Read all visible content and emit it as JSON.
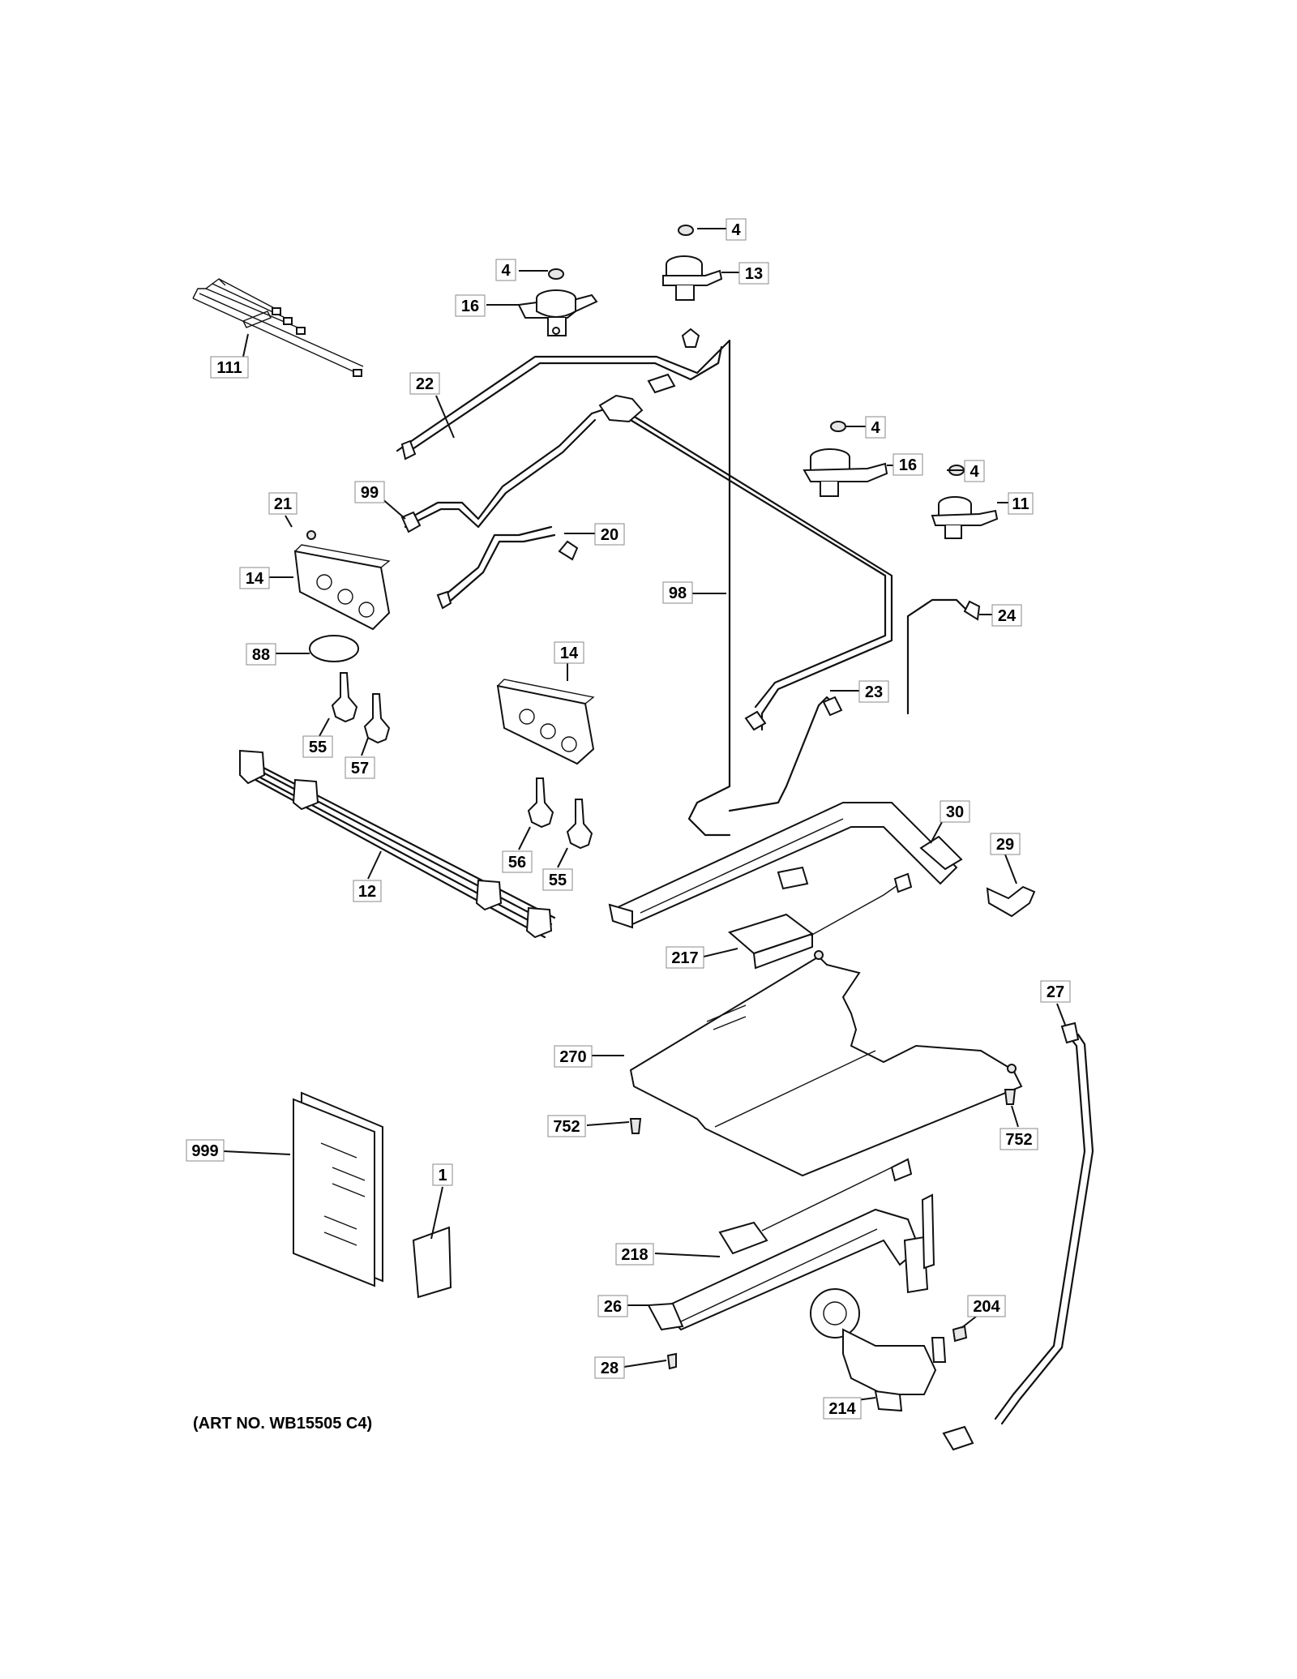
{
  "callouts": [
    {
      "id": "c-4a",
      "label": "4"
    },
    {
      "id": "c-13",
      "label": "13"
    },
    {
      "id": "c-4b",
      "label": "4"
    },
    {
      "id": "c-16a",
      "label": "16"
    },
    {
      "id": "c-111",
      "label": "111"
    },
    {
      "id": "c-22",
      "label": "22"
    },
    {
      "id": "c-4c",
      "label": "4"
    },
    {
      "id": "c-16b",
      "label": "16"
    },
    {
      "id": "c-4d",
      "label": "4"
    },
    {
      "id": "c-11",
      "label": "11"
    },
    {
      "id": "c-99",
      "label": "99"
    },
    {
      "id": "c-21",
      "label": "21"
    },
    {
      "id": "c-20",
      "label": "20"
    },
    {
      "id": "c-14a",
      "label": "14"
    },
    {
      "id": "c-98",
      "label": "98"
    },
    {
      "id": "c-24",
      "label": "24"
    },
    {
      "id": "c-88",
      "label": "88"
    },
    {
      "id": "c-14b",
      "label": "14"
    },
    {
      "id": "c-23",
      "label": "23"
    },
    {
      "id": "c-55a",
      "label": "55"
    },
    {
      "id": "c-57",
      "label": "57"
    },
    {
      "id": "c-30",
      "label": "30"
    },
    {
      "id": "c-29",
      "label": "29"
    },
    {
      "id": "c-56",
      "label": "56"
    },
    {
      "id": "c-55b",
      "label": "55"
    },
    {
      "id": "c-12",
      "label": "12"
    },
    {
      "id": "c-217",
      "label": "217"
    },
    {
      "id": "c-27",
      "label": "27"
    },
    {
      "id": "c-270",
      "label": "270"
    },
    {
      "id": "c-752a",
      "label": "752"
    },
    {
      "id": "c-752b",
      "label": "752"
    },
    {
      "id": "c-999",
      "label": "999"
    },
    {
      "id": "c-1",
      "label": "1"
    },
    {
      "id": "c-218",
      "label": "218"
    },
    {
      "id": "c-26",
      "label": "26"
    },
    {
      "id": "c-204",
      "label": "204"
    },
    {
      "id": "c-28",
      "label": "28"
    },
    {
      "id": "c-214",
      "label": "214"
    }
  ],
  "art_number": "(ART NO. WB15505 C4)"
}
